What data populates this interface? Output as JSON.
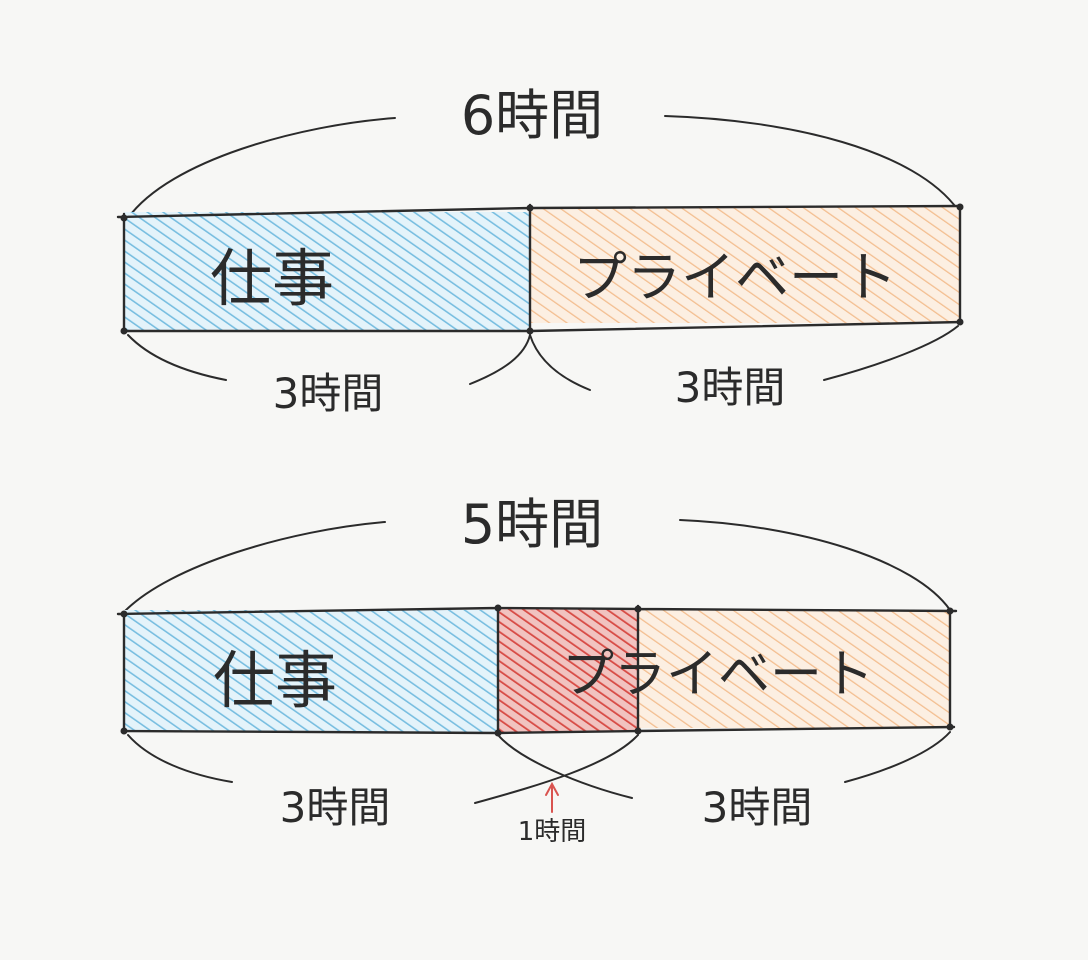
{
  "colors": {
    "work": "#7cc3e3",
    "private": "#f4c49a",
    "overlap": "#d9534f",
    "ink": "#2b2b2b",
    "annotation": "#d9534f"
  },
  "diagrams": [
    {
      "total_label": "6時間",
      "total_hours": 6,
      "segments": [
        {
          "id": "work",
          "label": "仕事",
          "hours": 3,
          "color": "#7cc3e3"
        },
        {
          "id": "private",
          "label": "プライベート",
          "hours": 3,
          "color": "#f4c49a"
        }
      ],
      "bottom_labels": [
        "3時間",
        "3時間"
      ]
    },
    {
      "total_label": "5時間",
      "total_hours": 5,
      "segments": [
        {
          "id": "work",
          "label": "仕事",
          "hours": 2,
          "color": "#7cc3e3"
        },
        {
          "id": "overlap",
          "label": "",
          "hours": 1,
          "color": "#d9534f"
        },
        {
          "id": "private",
          "label": "プライベート",
          "hours": 2,
          "color": "#f4c49a"
        }
      ],
      "bottom_labels": [
        "3時間",
        "3時間"
      ],
      "overlap_label": "1時間"
    }
  ]
}
